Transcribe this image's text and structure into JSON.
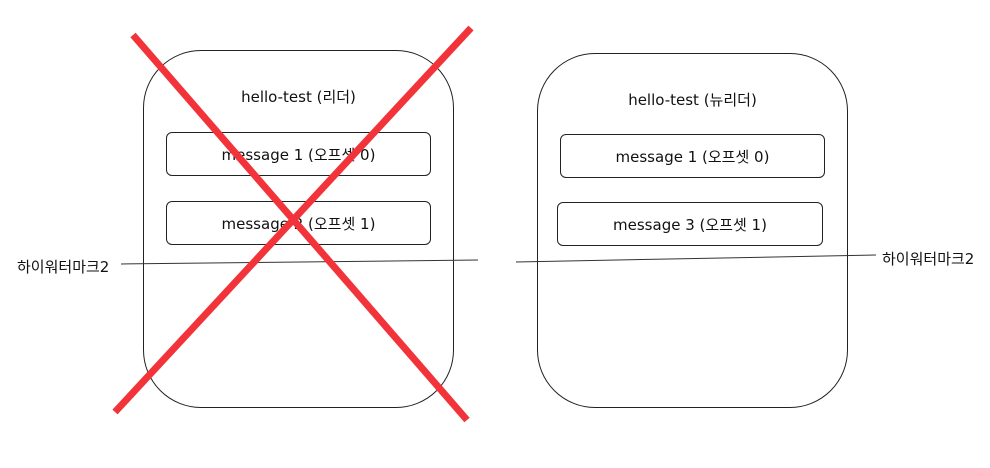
{
  "leader_partition": {
    "title": "hello-test (리더)",
    "records": [
      {
        "label": "message 1 (오프셋 0)"
      },
      {
        "label": "message 2 (오프셋 1)"
      }
    ]
  },
  "follower_partition": {
    "title": "hello-test (뉴리더)",
    "records": [
      {
        "label": "message 1 (오프셋 0)"
      },
      {
        "label": "message 3 (오프셋 1)"
      }
    ]
  },
  "high_watermark": {
    "left_label": "하이워터마크2",
    "right_label": "하이워터마크2"
  },
  "colors": {
    "cross": "#f2333a",
    "outline": "#222222",
    "line": "#333333"
  }
}
